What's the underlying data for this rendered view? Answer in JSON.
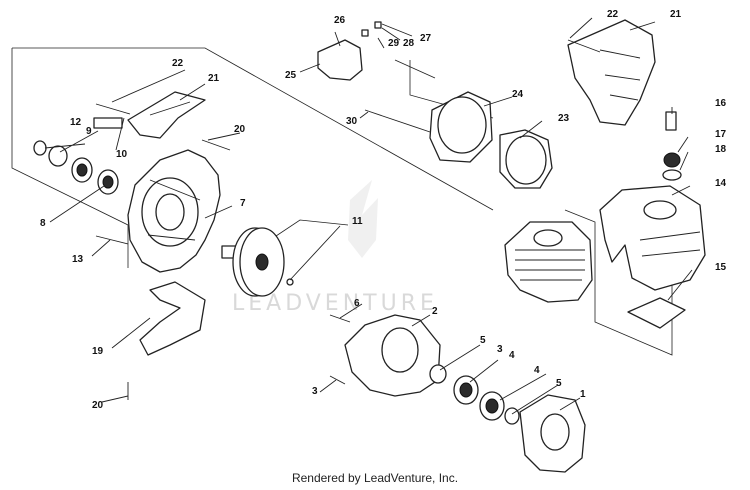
{
  "watermark": {
    "text": "LEADVENTURE"
  },
  "footer": {
    "text": "Rendered by LeadVenture, Inc."
  },
  "callouts": {
    "c1": "1",
    "c2": "2",
    "c3a": "3",
    "c3b": "3",
    "c4a": "4",
    "c4b": "4",
    "c5a": "5",
    "c5b": "5",
    "c6": "6",
    "c7": "7",
    "c8": "8",
    "c9": "9",
    "c10": "10",
    "c11": "11",
    "c12": "12",
    "c13": "13",
    "c14": "14",
    "c15": "15",
    "c16": "16",
    "c17": "17",
    "c18": "18",
    "c19": "19",
    "c20a": "20",
    "c20b": "20",
    "c21a": "21",
    "c21b": "21",
    "c22a": "22",
    "c22b": "22",
    "c23": "23",
    "c24": "24",
    "c25": "25",
    "c26": "26",
    "c27": "27",
    "c28": "28",
    "c29": "29",
    "c30": "30"
  }
}
